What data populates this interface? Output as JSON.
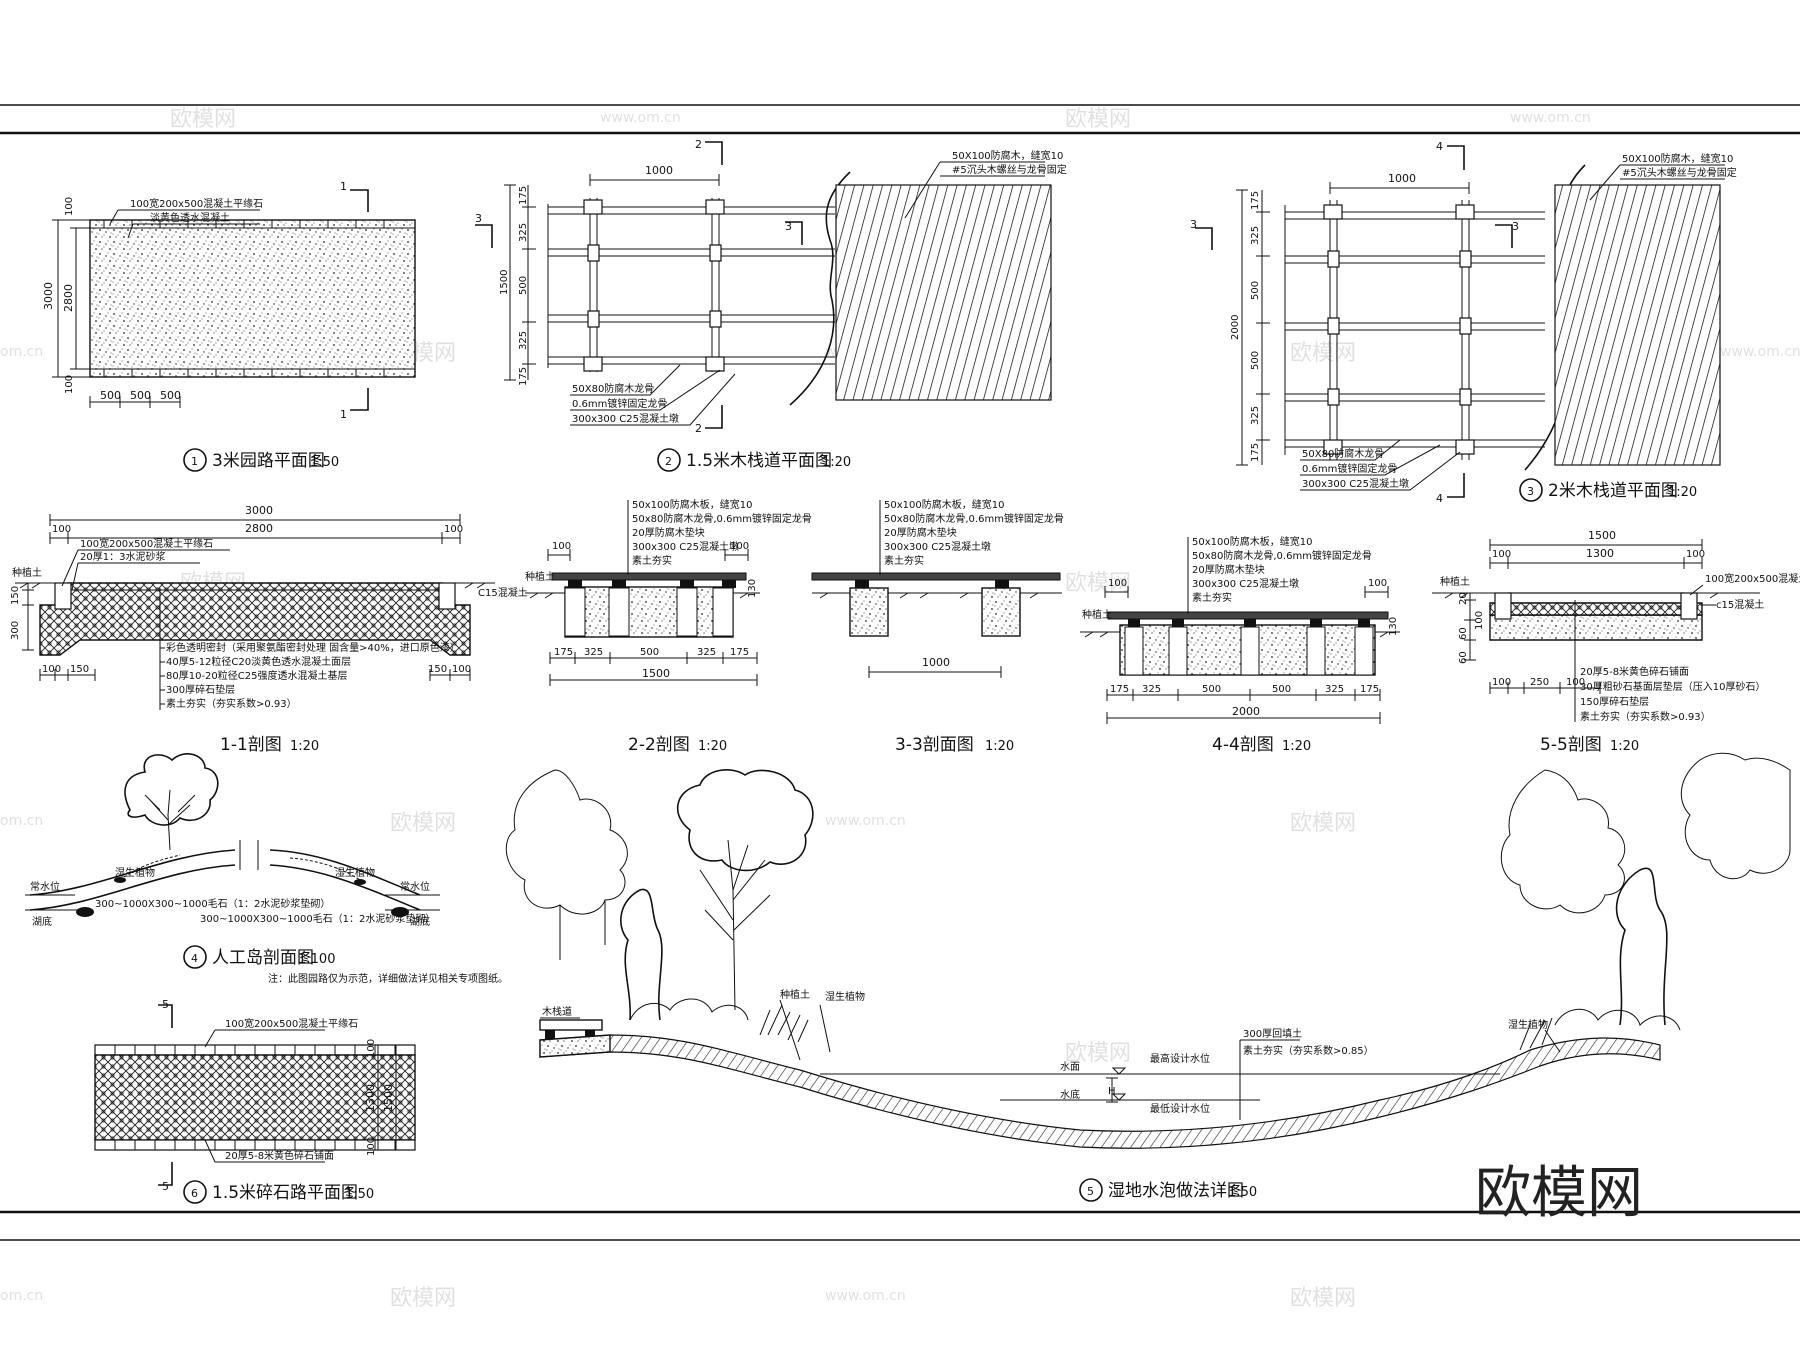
{
  "drawings": {
    "d1": {
      "number": "1",
      "title": "3米园路平面图",
      "scale": "1:50",
      "dims": [
        "100",
        "3000",
        "2800",
        "100",
        "500",
        "500",
        "500"
      ],
      "notes": [
        "100宽200x500混凝土平缘石",
        "淡黄色透水混凝土"
      ],
      "section_marks": [
        "1",
        "1"
      ]
    },
    "d2": {
      "number": "2",
      "title": "1.5米木栈道平面图",
      "scale": "1:20",
      "dims": [
        "1000",
        "175",
        "325",
        "500",
        "325",
        "175",
        "1500"
      ],
      "notes": [
        "50X100防腐木，缝宽10",
        "#5沉头木螺丝与龙骨固定",
        "50X80防腐木龙骨",
        "0.6mm镀锌固定龙骨",
        "300x300 C25混凝土墩"
      ],
      "section_marks": [
        "2",
        "2",
        "3",
        "3"
      ]
    },
    "d3": {
      "number": "3",
      "title": "2米木栈道平面图",
      "scale": "1:20",
      "dims": [
        "1000",
        "175",
        "325",
        "500",
        "500",
        "325",
        "175",
        "2000"
      ],
      "notes": [
        "50X100防腐木，缝宽10",
        "#5沉头木螺丝与龙骨固定",
        "50X80防腐木龙骨",
        "0.6mm镀锌固定龙骨",
        "300x300 C25混凝土墩"
      ],
      "section_marks": [
        "4",
        "4",
        "3",
        "3"
      ]
    },
    "s11": {
      "title": "1-1剖图",
      "scale": "1:20",
      "dims": [
        "3000",
        "2800",
        "100",
        "100",
        "150",
        "300",
        "100",
        "150",
        "150",
        "100"
      ],
      "notes": [
        "100宽200x500混凝土平缘石",
        "20厚1：3水泥砂浆",
        "种植土",
        "C15混凝土",
        "彩色透明密封（采用聚氨酯密封处理 固含量>40%，进口原色漆）",
        "40厚5-12粒径C20淡黄色透水混凝土面层",
        "80厚10-20粒径C25强度透水混凝土基层",
        "300厚碎石垫层",
        "素土夯实（夯实系数>0.93）"
      ]
    },
    "s22": {
      "title": "2-2剖图",
      "scale": "1:20",
      "dims": [
        "100",
        "100",
        "130",
        "175",
        "325",
        "500",
        "325",
        "175",
        "1500"
      ],
      "notes": [
        "50x100防腐木板，缝宽10",
        "50x80防腐木龙骨,0.6mm镀锌固定龙骨",
        "20厚防腐木垫块",
        "300x300 C25混凝土墩",
        "素土夯实",
        "种植土"
      ]
    },
    "s33": {
      "title": "3-3剖面图",
      "scale": "1:20",
      "dims": [
        "1000"
      ],
      "notes": [
        "50x100防腐木板，缝宽10",
        "50x80防腐木龙骨,0.6mm镀锌固定龙骨",
        "20厚防腐木垫块",
        "300x300 C25混凝土墩",
        "素土夯实"
      ]
    },
    "s44": {
      "title": "4-4剖图",
      "scale": "1:20",
      "dims": [
        "100",
        "100",
        "130",
        "175",
        "325",
        "500",
        "500",
        "325",
        "175",
        "2000"
      ],
      "notes": [
        "50x100防腐木板，缝宽10",
        "50x80防腐木龙骨,0.6mm镀锌固定龙骨",
        "20厚防腐木垫块",
        "300x300 C25混凝土墩",
        "素土夯实",
        "种植土"
      ]
    },
    "s55": {
      "title": "5-5剖图",
      "scale": "1:20",
      "dims": [
        "1500",
        "100",
        "1300",
        "100",
        "20",
        "60",
        "100",
        "60",
        "100",
        "250",
        "100"
      ],
      "notes": [
        "种植土",
        "100宽200x500混凝土平缘石",
        "c15混凝土",
        "20厚5-8米黄色碎石铺面",
        "30厚粗砂石基面层垫层（压入10厚砂石）",
        "150厚碎石垫层",
        "素土夯实（夯实系数>0.93）"
      ]
    },
    "d4": {
      "number": "4",
      "title": "人工岛剖面图",
      "scale": "1:100",
      "notes": [
        "常水位",
        "常水位",
        "湖底",
        "湖底",
        "湿生植物",
        "湿生植物",
        "300~1000X300~1000毛石（1：2水泥砂浆垫砌）",
        "300~1000X300~1000毛石（1：2水泥砂浆垫砌）",
        "注：此图园路仅为示范，详细做法详见相关专项图纸。"
      ]
    },
    "d6": {
      "number": "6",
      "title": "1.5米碎石路平面图",
      "scale": "1:50",
      "dims": [
        "100",
        "1300",
        "100",
        "1500"
      ],
      "notes": [
        "100宽200x500混凝土平缘石",
        "20厚5-8米黄色碎石铺面"
      ],
      "section_marks": [
        "5",
        "5"
      ]
    },
    "d5": {
      "number": "5",
      "title": "湿地水泡做法详图",
      "scale": "1:50",
      "notes": [
        "木栈道",
        "种植土",
        "湿生植物",
        "湿生植物",
        "300厚回填土",
        "素土夯实（夯实系数>0.85）",
        "水面",
        "最高设计水位",
        "水底",
        "最低设计水位",
        "H"
      ]
    }
  },
  "watermarks": {
    "brand": "欧模网",
    "url": "www.om.cn",
    "url2": "om.cn"
  }
}
